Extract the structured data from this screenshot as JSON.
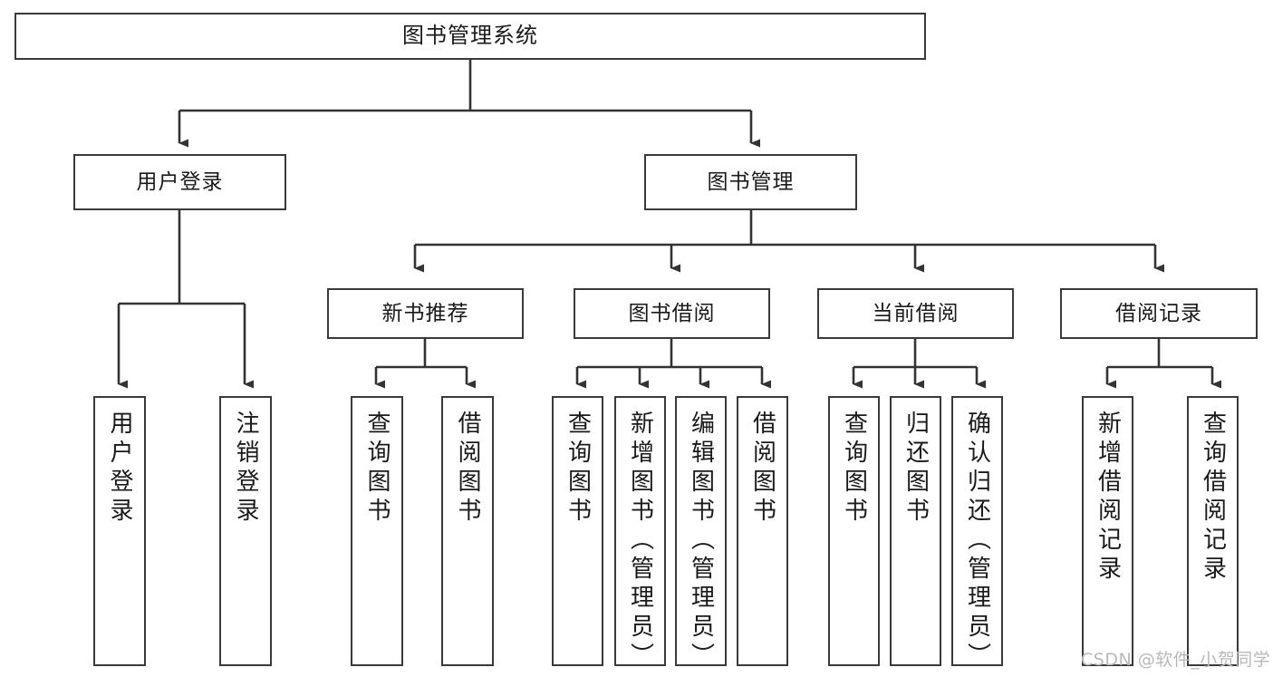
{
  "diagram": {
    "type": "tree-hierarchy-chart",
    "title": "图书管理系统",
    "colors": {
      "box_border": "#3a3a3a",
      "box_fill": "#ffffff",
      "connector": "#333333",
      "text": "#1a1a1a",
      "watermark": "#b9b9b9",
      "background": "#ffffff"
    },
    "levels": {
      "root": "图书管理系统",
      "level2": [
        "用户登录",
        "图书管理"
      ],
      "level3": [
        "新书推荐",
        "图书借阅",
        "当前借阅",
        "借阅记录"
      ]
    }
  },
  "nodes": {
    "root": {
      "label": "图书管理系统"
    },
    "user_login": {
      "label": "用户登录"
    },
    "book_mgmt": {
      "label": "图书管理"
    },
    "new_book_rec": {
      "label": "新书推荐"
    },
    "book_borrow": {
      "label": "图书借阅"
    },
    "current_borrow": {
      "label": "当前借阅"
    },
    "borrow_record": {
      "label": "借阅记录"
    }
  },
  "leaves": {
    "user_login": [
      {
        "label": "用户登录"
      },
      {
        "label": "注销登录"
      }
    ],
    "new_book_rec": [
      {
        "label": "查询图书"
      },
      {
        "label": "借阅图书"
      }
    ],
    "book_borrow": [
      {
        "label": "查询图书"
      },
      {
        "label": "新增图书（管理员）"
      },
      {
        "label": "编辑图书（管理员）"
      },
      {
        "label": "借阅图书"
      }
    ],
    "current_borrow": [
      {
        "label": "查询图书"
      },
      {
        "label": "归还图书"
      },
      {
        "label": "确认归还（管理员）"
      }
    ],
    "borrow_record": [
      {
        "label": "新增借阅记录"
      },
      {
        "label": "查询借阅记录"
      }
    ]
  },
  "watermark": {
    "text": "CSDN @软件_小贺同学"
  }
}
